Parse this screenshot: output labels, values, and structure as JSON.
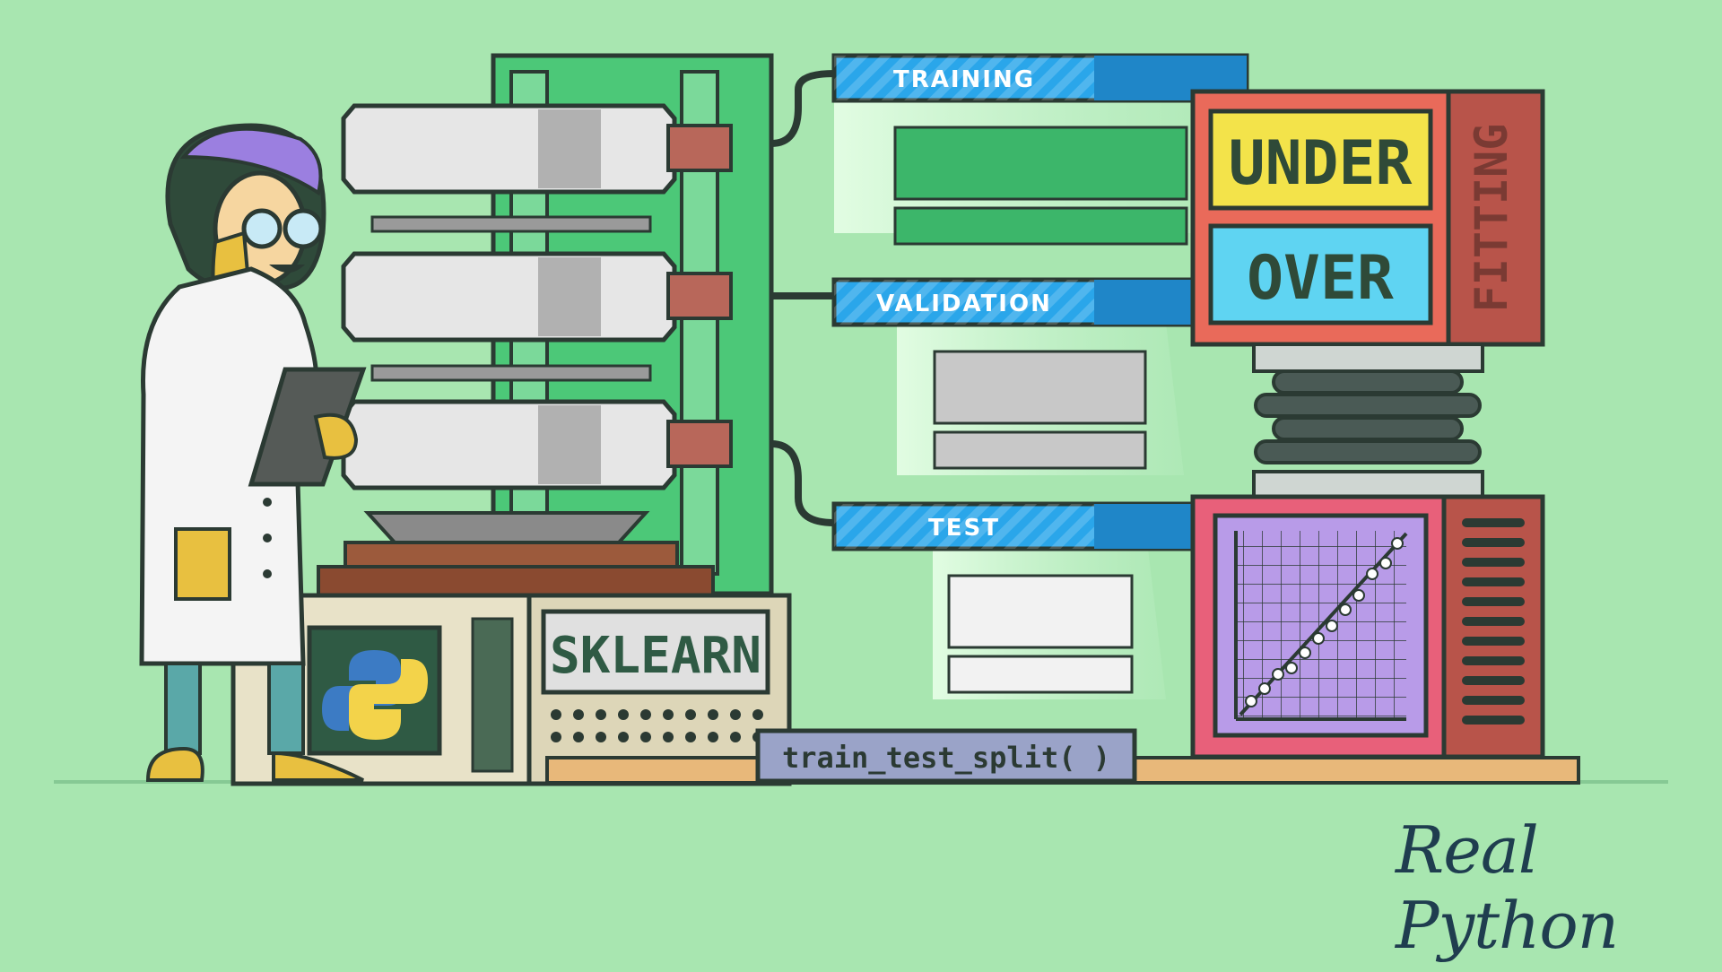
{
  "labels": {
    "training": "TRAINING",
    "validation": "VALIDATION",
    "test": "TEST",
    "under": "UNDER",
    "over": "OVER",
    "fitting": "FITTING",
    "sklearn": "SKLEARN",
    "function": "train_test_split( )"
  },
  "brand": {
    "name": "Real Python"
  },
  "colors": {
    "background": "#a8e6b0",
    "blue": "#2aa6ea",
    "red": "#e96a5a",
    "yellow": "#f3e34a",
    "cyan": "#5fd4f2",
    "purple": "#b89be8",
    "green": "#4cc878",
    "outline": "#2b3a33"
  },
  "icons": [
    "python-logo",
    "scientist",
    "chart-scatter-icon"
  ]
}
